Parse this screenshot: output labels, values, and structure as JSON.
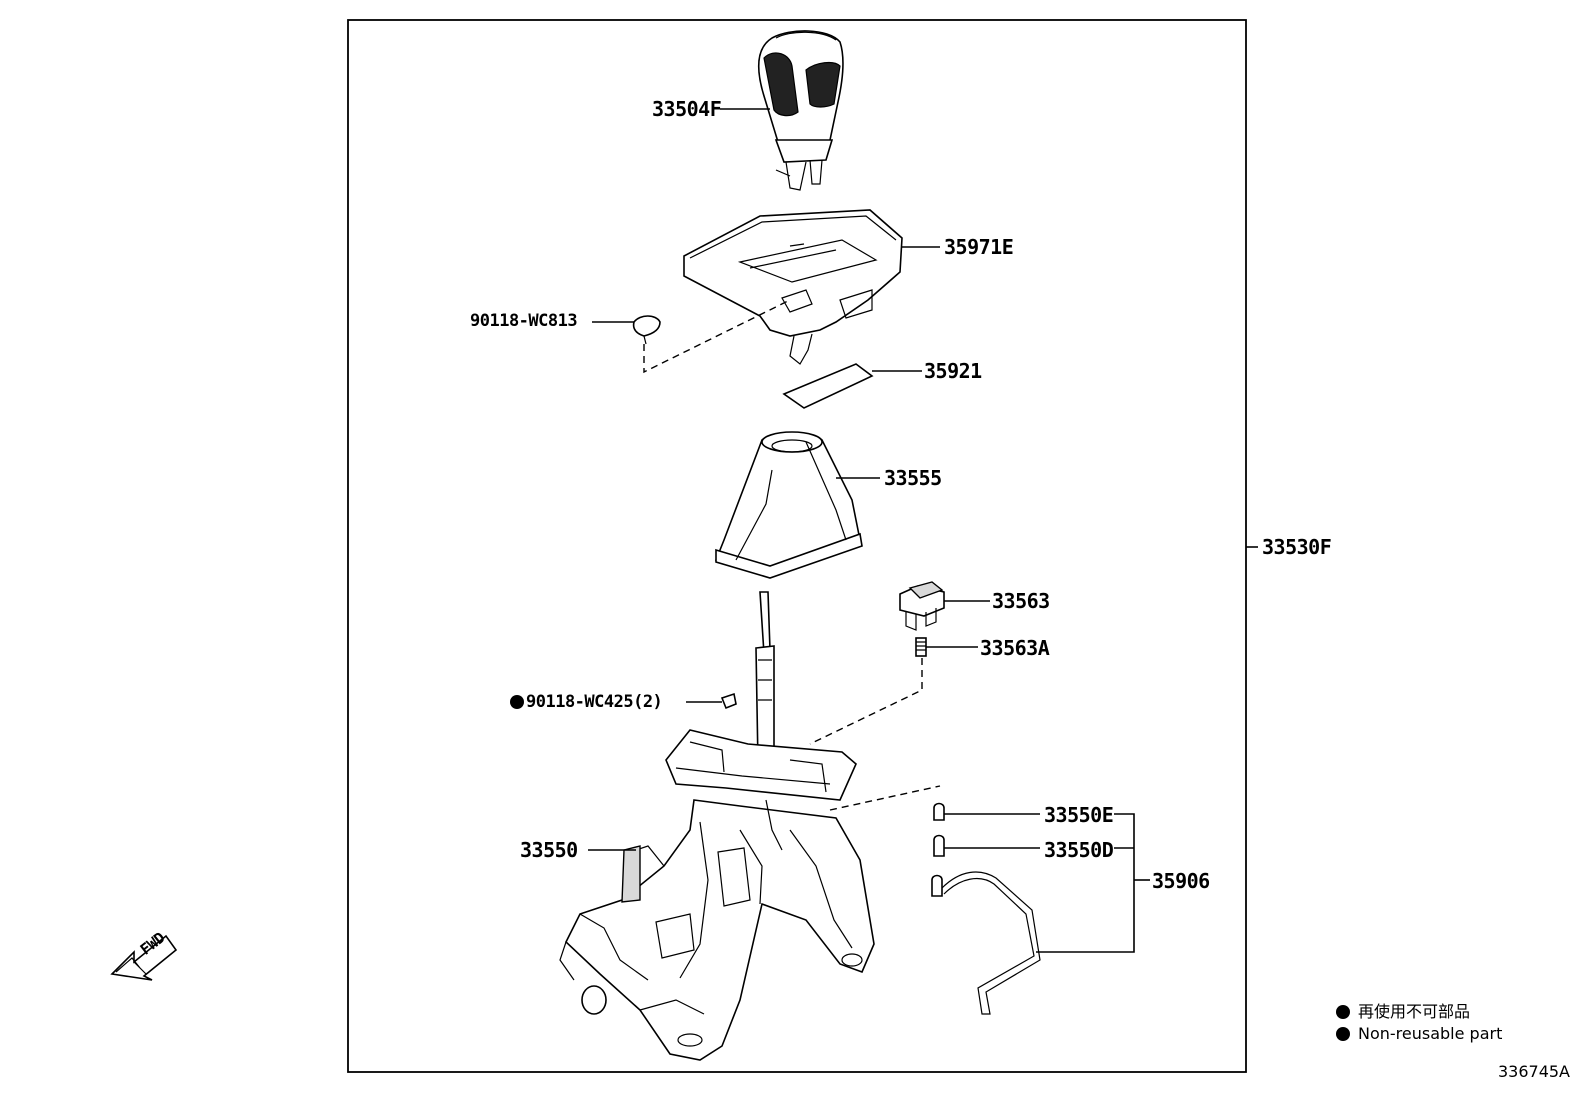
{
  "diagram": {
    "frame_label": "33530F",
    "parts": [
      {
        "id": "knob",
        "label": "33504F"
      },
      {
        "id": "console-plate",
        "label": "35971E"
      },
      {
        "id": "clip-upper",
        "label": "90118-WC813"
      },
      {
        "id": "indicator-plate",
        "label": "35921"
      },
      {
        "id": "boot",
        "label": "33555"
      },
      {
        "id": "switch",
        "label": "33563"
      },
      {
        "id": "switch-spring",
        "label": "33563A"
      },
      {
        "id": "clip-lower",
        "label": "90118-WC425(2)",
        "non_reusable": true
      },
      {
        "id": "bulb-e",
        "label": "33550E"
      },
      {
        "id": "bulb-d",
        "label": "33550D"
      },
      {
        "id": "harness",
        "label": "35906"
      },
      {
        "id": "shift-assembly",
        "label": "33550"
      }
    ],
    "fwd_label": "FWD",
    "drawing_code": "336745A"
  },
  "legend": {
    "items": [
      {
        "text": "再使用不可部品"
      },
      {
        "text": "Non-reusable part"
      }
    ]
  }
}
